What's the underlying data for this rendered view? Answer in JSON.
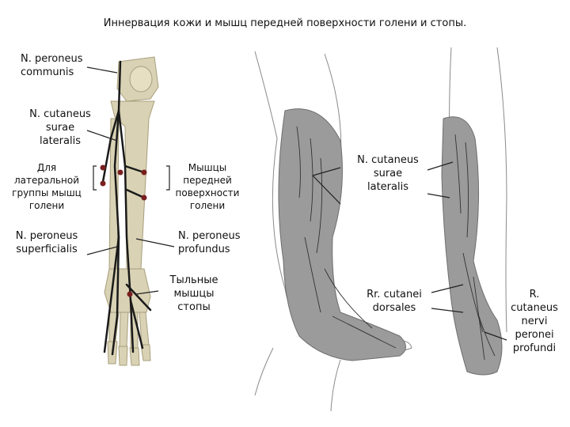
{
  "title": "Иннервация кожи и мышц передней поверхности голени и стопы.",
  "labels": {
    "n_peroneus_communis": "N. peroneus\ncommunis",
    "n_cutaneus_surae_lateralis_left": "N. cutaneus\nsurae\nlateralis",
    "lateral_group": "Для\nлатеральной\nгруппы мышц\nголени",
    "anterior_surface": "Мышцы\nпередней\nповерхности\nголени",
    "n_peroneus_superficialis": "N. peroneus\nsuperficialis",
    "n_peroneus_profundus": "N. peroneus\nprofundus",
    "dorsal_foot_muscles": "Тыльные\nмышцы\nстопы",
    "n_cutaneus_surae_lateralis_right": "N. cutaneus\nsurae\nlateralis",
    "rr_cutanei_dorsales": "Rr. cutanei\ndorsales",
    "r_cutaneus_nervi_peronei_profundi": "R.\ncutaneus\nnervi\nperonei\nprofundi"
  },
  "colors": {
    "bone": "#d9d2b4",
    "skin": "#9b9b9b",
    "nerve": "#1a1a1a",
    "muscle_dot": "#7a1f1f"
  }
}
